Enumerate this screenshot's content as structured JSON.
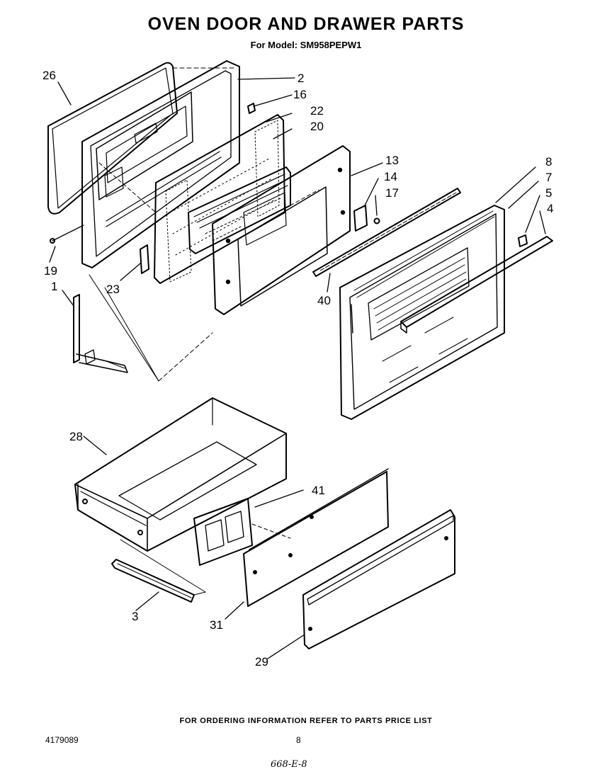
{
  "header": {
    "title": "OVEN DOOR AND DRAWER PARTS",
    "model_line": "For Model: SM958PEPW1"
  },
  "callouts": {
    "c26": "26",
    "c2": "2",
    "c16": "16",
    "c22": "22",
    "c20": "20",
    "c13": "13",
    "c14": "14",
    "c17": "17",
    "c8": "8",
    "c7": "7",
    "c5": "5",
    "c4": "4",
    "c19": "19",
    "c1": "1",
    "c23": "23",
    "c40": "40",
    "c28": "28",
    "c41": "41",
    "c3": "3",
    "c31": "31",
    "c29": "29"
  },
  "footer": {
    "ordering_note": "FOR ORDERING INFORMATION REFER TO PARTS PRICE LIST",
    "document_number": "4179089",
    "page_number": "8",
    "handwritten_ref": "668-E-8"
  }
}
